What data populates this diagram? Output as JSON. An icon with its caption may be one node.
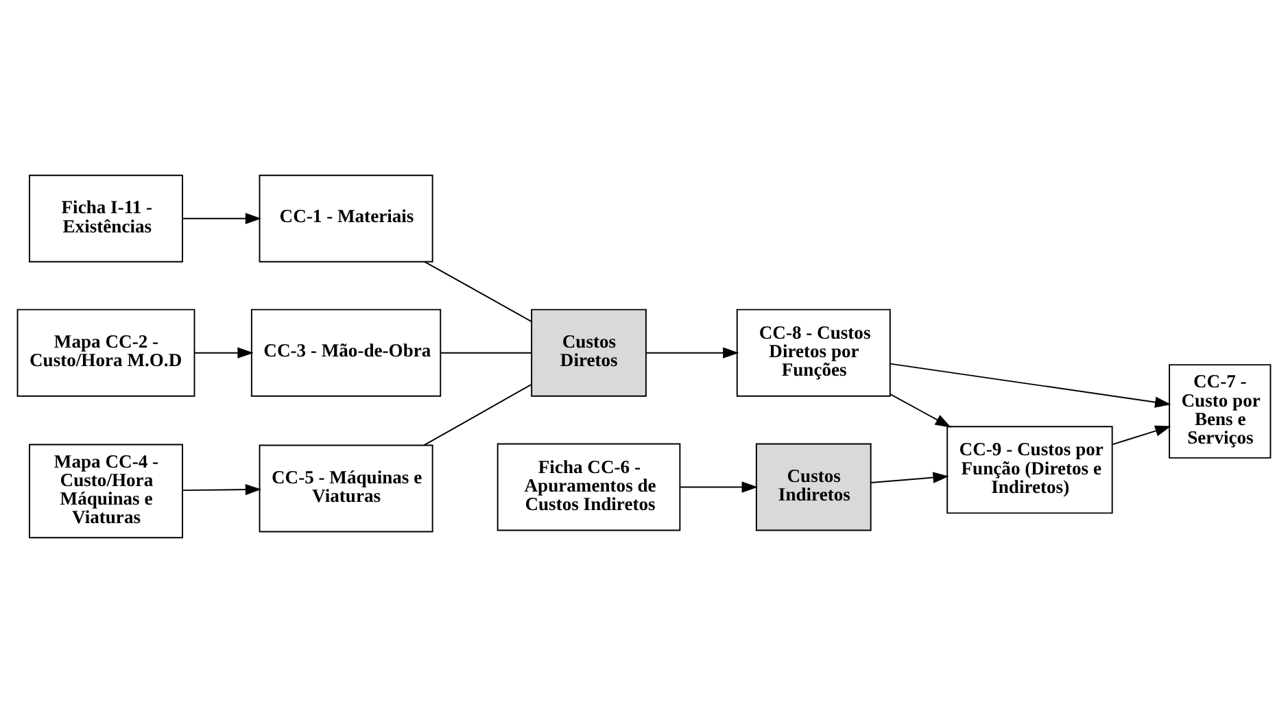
{
  "diagram": {
    "nodes": [
      {
        "text": [
          "Ficha I-11 - Existências"
        ]
      },
      {
        "text": [
          "CC-1 - Materiais"
        ]
      },
      {
        "text": [
          "Mapa CC-2 - Custo/Hora M.O.D"
        ]
      },
      {
        "text": [
          "CC-3 - Mão-de-Obra"
        ]
      },
      {
        "text": [
          "Mapa CC-4 - Custo/Hora Máquinas e Viaturas"
        ]
      },
      {
        "text": [
          "CC-5 - Máquinas e Viaturas"
        ]
      },
      {
        "text": [
          "Custos Diretos"
        ]
      },
      {
        "text": [
          "CC-8 - Custos Diretos por Funções"
        ]
      },
      {
        "text": [
          "CC-7 - Custo por Bens e Serviços"
        ]
      },
      {
        "text": [
          "Ficha CC-6 - Apuramentos de Custos Indiretos"
        ]
      },
      {
        "text": [
          "Custos Indiretos"
        ]
      },
      {
        "text": [
          "CC-9 - Custos por Função (Diretos e Indiretos)"
        ]
      }
    ],
    "edges": [
      {
        "from": 0,
        "to": 1,
        "arrow": "to"
      },
      {
        "from": 2,
        "to": 3,
        "arrow": "to"
      },
      {
        "from": 4,
        "to": 5,
        "arrow": "to"
      },
      {
        "from": 1,
        "to": 6,
        "arrow": "none"
      },
      {
        "from": 3,
        "to": 6,
        "arrow": "none"
      },
      {
        "from": 5,
        "to": 6,
        "arrow": "none"
      },
      {
        "from": 6,
        "to": 7,
        "arrow": "to"
      },
      {
        "from": 7,
        "to": 8,
        "arrow": "to"
      },
      {
        "from": 7,
        "to": 11,
        "arrow": "to"
      },
      {
        "from": 9,
        "to": 10,
        "arrow": "to"
      },
      {
        "from": 10,
        "to": 11,
        "arrow": "to"
      },
      {
        "from": 11,
        "to": 8,
        "arrow": "to"
      }
    ]
  }
}
